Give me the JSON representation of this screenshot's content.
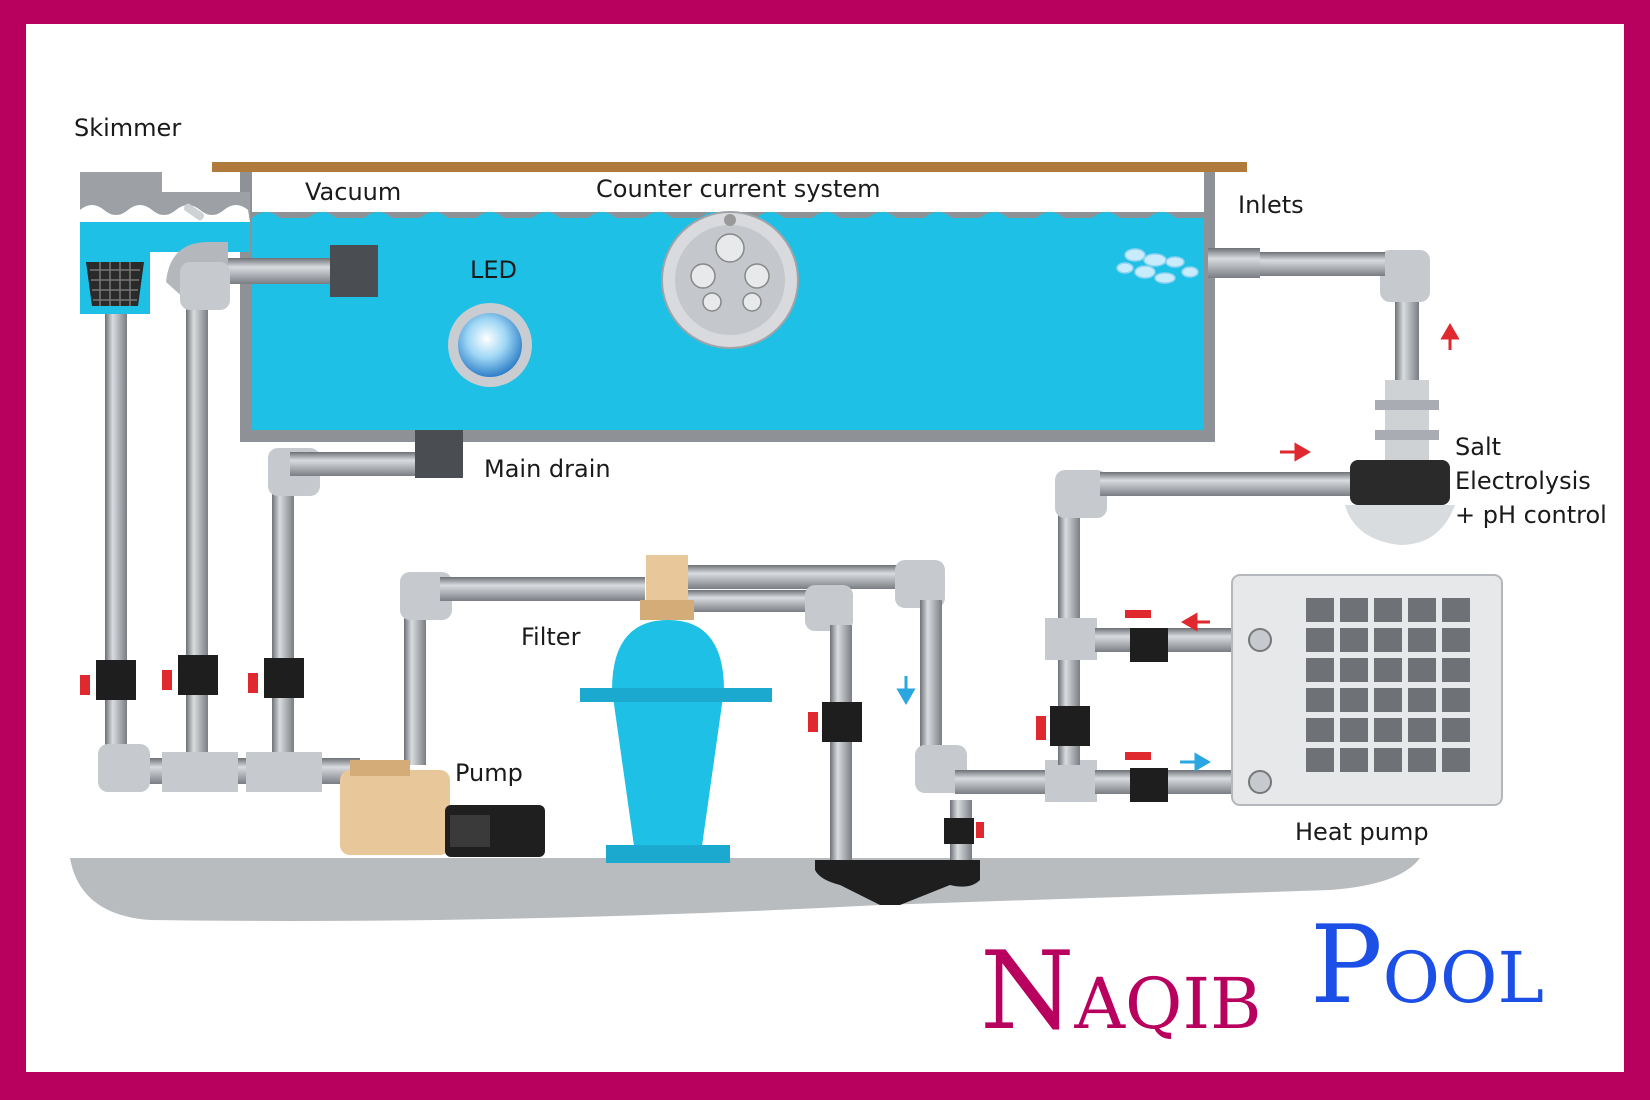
{
  "labels": {
    "skimmer": "Skimmer",
    "vacuum": "Vacuum",
    "counter_current": "Counter current system",
    "inlets": "Inlets",
    "led": "LED",
    "main_drain": "Main drain",
    "salt_line1": "Salt",
    "salt_line2": "Electrolysis",
    "salt_line3": "+ pH control",
    "filter": "Filter",
    "pump": "Pump",
    "heat_pump": "Heat pump"
  },
  "brand": {
    "part1_cap": "N",
    "part1_rest": "AQIB",
    "part2_cap": "P",
    "part2_rest": "OOL",
    "color1": "#b8005f",
    "color2": "#1c4fe6"
  },
  "colors": {
    "border": "#b8005f",
    "water": "#1ec0e6",
    "pipe": "#a9adb3",
    "valve_handle": "#e0282f",
    "pump_body": "#e8c79a",
    "ground": "#b9bcbf",
    "arrow_red": "#e0282f",
    "arrow_blue": "#2aa7e0"
  }
}
